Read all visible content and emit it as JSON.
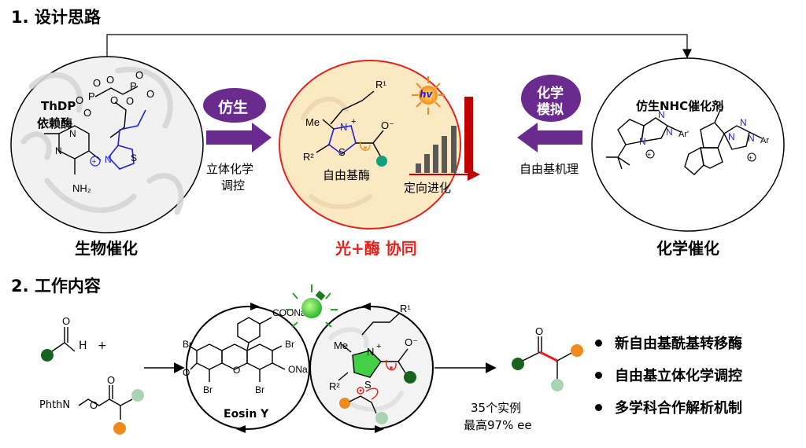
{
  "section1": {
    "title": "1. 设计思路"
  },
  "section2": {
    "title": "2. 工作内容"
  },
  "left_circle": {
    "enzyme_label_1": "ThDP",
    "enzyme_label_2": "依赖酶",
    "bottom_label": "生物催化"
  },
  "center_circle": {
    "enzyme_label": "自由基酶",
    "evolution_label": "定向进化",
    "light_label": "hv",
    "bottom_label": "光+酶 协同"
  },
  "right_circle": {
    "title": "仿生NHC催化剂",
    "bottom_label": "化学催化"
  },
  "left_arrow": {
    "badge": "仿生",
    "caption_1": "立体化学",
    "caption_2": "调控"
  },
  "right_arrow": {
    "badge_1": "化学",
    "badge_2": "模拟",
    "caption": "自由基机理"
  },
  "reaction": {
    "reagent_h": "H",
    "plus": "+",
    "reagent_2": "PhthN",
    "catalyst_name": "Eosin Y",
    "stats_1": "35个实例",
    "stats_2": "最高97% ee"
  },
  "bullets": [
    "新自由基酰基转移酶",
    "自由基立体化学调控",
    "多学科合作解析机制"
  ],
  "colors": {
    "purple": "#6a2b8f",
    "red": "#e4231c",
    "dark_green": "#16631f",
    "light_green": "#a9d3b3",
    "orange": "#f08a1c",
    "teal": "#10a07a",
    "blue": "#1f1fd6",
    "bar_red": "#c00000",
    "bar_gray": "#595959",
    "center_fill": "#fbe9c4",
    "lime": "#43d046"
  }
}
